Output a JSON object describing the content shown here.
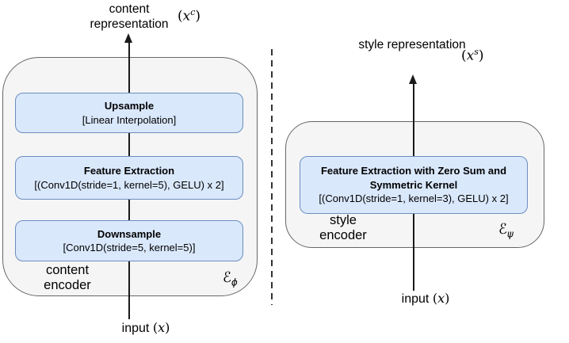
{
  "colors": {
    "block_fill": "#dae8fc",
    "block_stroke": "#6c8ebf",
    "encoder_fill": "#f5f5f5",
    "encoder_stroke": "#666666",
    "line": "#1a1a1a"
  },
  "content_encoder": {
    "output_label": "content representation",
    "output_math": {
      "open": "(",
      "base": "x",
      "sup": "c",
      "close": ")"
    },
    "blocks": [
      {
        "title": "Upsample",
        "detail": "[Linear Interpolation]"
      },
      {
        "title": "Feature Extraction",
        "detail": "[(Conv1D(stride=1, kernel=5), GELU) x 2]"
      },
      {
        "title": "Downsample",
        "detail": "[Conv1D(stride=5, kernel=5)]"
      }
    ],
    "label": "content encoder",
    "symbol": {
      "base": "ℰ",
      "sub": "ϕ"
    },
    "input_label": "input",
    "input_math": {
      "open": "(",
      "base": "x",
      "close": ")"
    }
  },
  "style_encoder": {
    "output_label": "style representation",
    "output_math": {
      "open": "(",
      "base": "x",
      "sup": "s",
      "close": ")"
    },
    "block": {
      "title": "Feature Extraction with Zero Sum and Symmetric Kernel",
      "detail": "[(Conv1D(stride=1, kernel=3), GELU) x 2]"
    },
    "label": "style encoder",
    "symbol": {
      "base": "ℰ",
      "sub": "ψ"
    },
    "input_label": "input",
    "input_math": {
      "open": "(",
      "base": "x",
      "close": ")"
    }
  }
}
